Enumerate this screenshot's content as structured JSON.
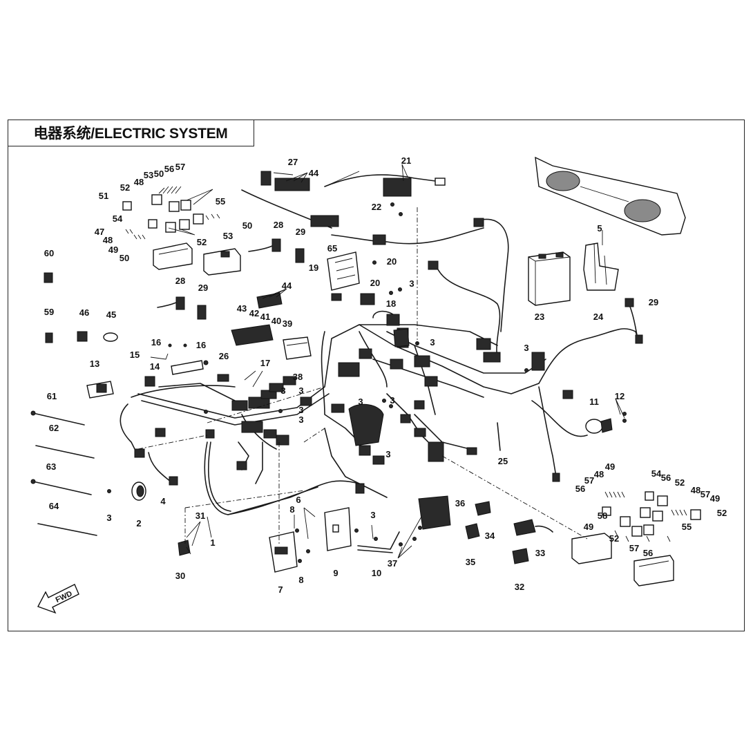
{
  "title": "电器系统/ELECTRIC SYSTEM",
  "fwd_label": "FWD",
  "part_labels": [
    {
      "n": "1"
    },
    {
      "n": "2"
    },
    {
      "n": "3"
    },
    {
      "n": "4"
    },
    {
      "n": "5"
    },
    {
      "n": "6"
    },
    {
      "n": "7"
    },
    {
      "n": "8"
    },
    {
      "n": "9"
    },
    {
      "n": "10"
    },
    {
      "n": "11"
    },
    {
      "n": "12"
    },
    {
      "n": "13"
    },
    {
      "n": "14"
    },
    {
      "n": "15"
    },
    {
      "n": "16"
    },
    {
      "n": "17"
    },
    {
      "n": "18"
    },
    {
      "n": "19"
    },
    {
      "n": "20"
    },
    {
      "n": "21"
    },
    {
      "n": "22"
    },
    {
      "n": "23"
    },
    {
      "n": "24"
    },
    {
      "n": "25"
    },
    {
      "n": "26"
    },
    {
      "n": "27"
    },
    {
      "n": "28"
    },
    {
      "n": "29"
    },
    {
      "n": "30"
    },
    {
      "n": "31"
    },
    {
      "n": "32"
    },
    {
      "n": "33"
    },
    {
      "n": "34"
    },
    {
      "n": "35"
    },
    {
      "n": "36"
    },
    {
      "n": "37"
    },
    {
      "n": "38"
    },
    {
      "n": "39"
    },
    {
      "n": "40"
    },
    {
      "n": "41"
    },
    {
      "n": "42"
    },
    {
      "n": "43"
    },
    {
      "n": "44"
    },
    {
      "n": "45"
    },
    {
      "n": "46"
    },
    {
      "n": "47"
    },
    {
      "n": "48"
    },
    {
      "n": "49"
    },
    {
      "n": "50"
    },
    {
      "n": "51"
    },
    {
      "n": "52"
    },
    {
      "n": "53"
    },
    {
      "n": "54"
    },
    {
      "n": "55"
    },
    {
      "n": "56"
    },
    {
      "n": "57"
    },
    {
      "n": "58"
    },
    {
      "n": "59"
    },
    {
      "n": "60"
    },
    {
      "n": "61"
    },
    {
      "n": "62"
    },
    {
      "n": "63"
    },
    {
      "n": "64"
    },
    {
      "n": "65"
    }
  ]
}
